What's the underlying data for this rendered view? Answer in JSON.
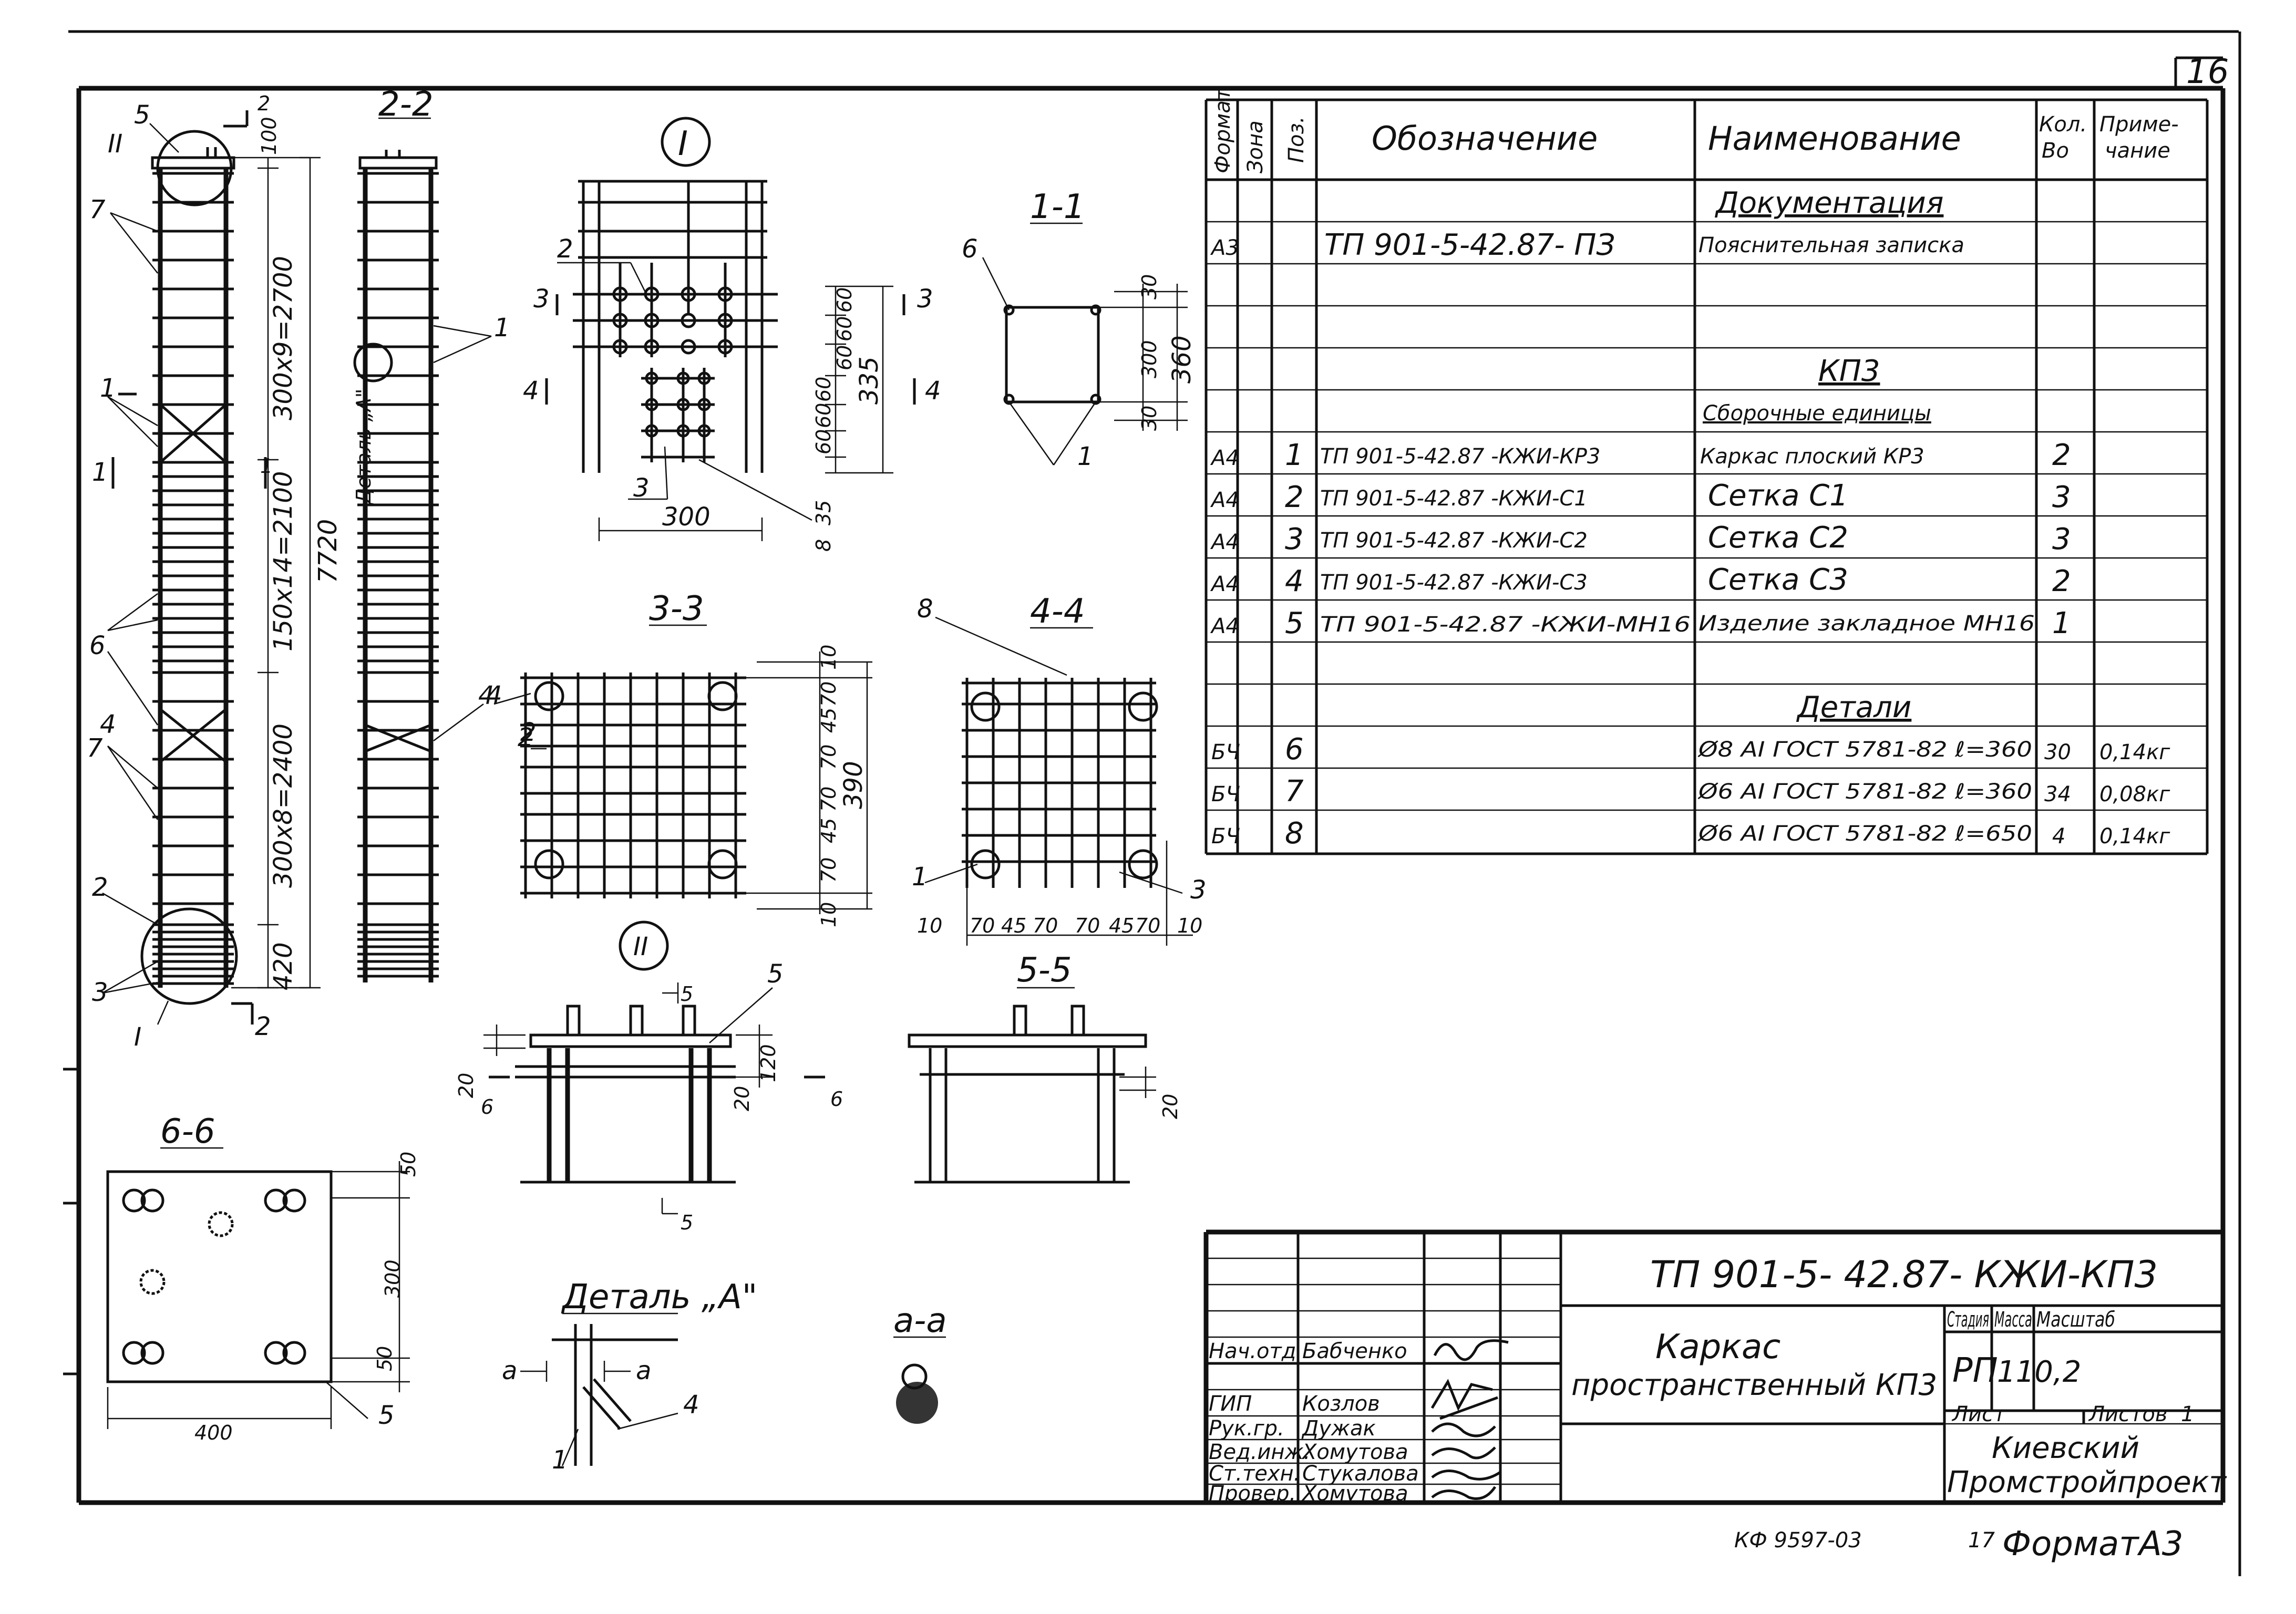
{
  "sheet": {
    "page_number": "16",
    "bottom_code": "КФ 9597-03",
    "bottom_num": "17",
    "format_label": "Формат",
    "format_value": "А3"
  },
  "spec_table": {
    "headers": {
      "format": "Формат",
      "zone": "Зона",
      "pos": "Поз.",
      "designation": "Обозначение",
      "name": "Наименование",
      "qty_line1": "Кол.",
      "qty_line2": "Во",
      "note_line1": "Приме-",
      "note_line2": "чание"
    },
    "rows": [
      {
        "format": "",
        "pos": "",
        "designation": "",
        "name": "Документация",
        "qty": "",
        "note": ""
      },
      {
        "format": "А3",
        "pos": "",
        "designation": "ТП 901-5-42.87- ПЗ",
        "name": "Пояснительная записка",
        "qty": "",
        "note": ""
      },
      {
        "format": "",
        "pos": "",
        "designation": "",
        "name": "",
        "qty": "",
        "note": ""
      },
      {
        "format": "",
        "pos": "",
        "designation": "",
        "name": "",
        "qty": "",
        "note": ""
      },
      {
        "format": "",
        "pos": "",
        "designation": "",
        "name": "КП3",
        "qty": "",
        "note": ""
      },
      {
        "format": "",
        "pos": "",
        "designation": "",
        "name": "Сборочные единицы",
        "qty": "",
        "note": ""
      },
      {
        "format": "А4",
        "pos": "1",
        "designation": "ТП 901-5-42.87 -КЖИ-КР3",
        "name": "Каркас плоский КР3",
        "qty": "2",
        "note": ""
      },
      {
        "format": "А4",
        "pos": "2",
        "designation": "ТП 901-5-42.87 -КЖИ-С1",
        "name": "Сетка С1",
        "qty": "3",
        "note": ""
      },
      {
        "format": "А4",
        "pos": "3",
        "designation": "ТП 901-5-42.87 -КЖИ-С2",
        "name": "Сетка С2",
        "qty": "3",
        "note": ""
      },
      {
        "format": "А4",
        "pos": "4",
        "designation": "ТП 901-5-42.87 -КЖИ-С3",
        "name": "Сетка С3",
        "qty": "2",
        "note": ""
      },
      {
        "format": "А4",
        "pos": "5",
        "designation": "ТП 901-5-42.87 -КЖИ-МН16",
        "name": "Изделие закладное МН16",
        "qty": "1",
        "note": ""
      },
      {
        "format": "",
        "pos": "",
        "designation": "",
        "name": "",
        "qty": "",
        "note": ""
      },
      {
        "format": "",
        "pos": "",
        "designation": "",
        "name": "Детали",
        "qty": "",
        "note": ""
      },
      {
        "format": "БЧ",
        "pos": "6",
        "designation": "",
        "name": "Ø8 АI ГОСТ 5781-82 ℓ=360",
        "qty": "30",
        "note": "0,14кг"
      },
      {
        "format": "БЧ",
        "pos": "7",
        "designation": "",
        "name": "Ø6 АI ГОСТ 5781-82 ℓ=360",
        "qty": "34",
        "note": "0,08кг"
      },
      {
        "format": "БЧ",
        "pos": "8",
        "designation": "",
        "name": "Ø6 АI ГОСТ 5781-82 ℓ=650",
        "qty": "4",
        "note": "0,14кг"
      }
    ]
  },
  "title_block": {
    "doc_code": "ТП 901-5- 42.87- КЖИ-КП3",
    "title_line1": "Каркас",
    "title_line2": "пространственный КП3",
    "stage_label": "Стадия",
    "mass_label": "Масса",
    "scale_label": "Масштаб",
    "stage": "РП",
    "mass": "110,2",
    "sheet_label": "Лист",
    "sheets_label": "Листов",
    "sheets_value": "1",
    "org_line1": "Киевский",
    "org_line2": "Промстройпроект",
    "signatures": [
      {
        "role": "Нач.отд",
        "name": "Бабченко"
      },
      {
        "role": "ГИП",
        "name": "Козлов"
      },
      {
        "role": "Рук.гр.",
        "name": "Дужак"
      },
      {
        "role": "Вед.инж.",
        "name": "Хомутова"
      },
      {
        "role": "Ст.техн.",
        "name": "Стукалова"
      },
      {
        "role": "Провер.",
        "name": "Хомутова"
      }
    ]
  },
  "elevation": {
    "roman_top": "II",
    "roman_bottom": "I",
    "dims": {
      "top": "100",
      "seg1": "300х9=2700",
      "seg2": "150х14=2100",
      "seg3": "300х8=2400",
      "seg4": "420",
      "total": "7720"
    },
    "pos_labels": {
      "p5": "5",
      "p7a": "7",
      "p1": "1",
      "p6": "6",
      "p4": "4",
      "p7b": "7",
      "p2": "2",
      "p3": "3"
    },
    "cut_marks": {
      "c2top": "2",
      "c1": "1",
      "c1b": "1",
      "c2bottom": "2"
    }
  },
  "section_2_2": {
    "title": "2-2",
    "detail_label": "Деталь „А\"",
    "pos1": "1",
    "pos4": "4",
    "pos2": "2"
  },
  "detail_I": {
    "roman": "I",
    "dims": {
      "d60a": "60",
      "d60b": "60",
      "d60c": "60",
      "d60d": "60",
      "d60e": "60",
      "d60f": "60",
      "d335": "335",
      "d35": "35",
      "d300": "300"
    },
    "pos2": "2",
    "pos3": "3",
    "pos8": "8",
    "cut3": "3",
    "cut4": "4",
    "cut3r": "3",
    "cut4r": "4"
  },
  "section_1_1": {
    "title": "1-1",
    "pos6": "6",
    "pos1": "1",
    "dims": {
      "d30a": "30",
      "d300": "300",
      "d30b": "30",
      "d360": "360"
    }
  },
  "section_3_3": {
    "title": "3-3",
    "pos4": "4",
    "pos2": "2",
    "dims": {
      "d10a": "10",
      "d70a": "70",
      "d45a": "45",
      "d70b": "70",
      "d70c": "70",
      "d45b": "45",
      "d70d": "70",
      "d10b": "10",
      "d390": "390"
    }
  },
  "section_4_4": {
    "title": "4-4",
    "pos8": "8",
    "pos1": "1",
    "pos3": "3",
    "dims": [
      "10",
      "70",
      "45",
      "70",
      "70",
      "45",
      "70",
      "10"
    ]
  },
  "detail_II": {
    "roman": "II",
    "pos5": "5",
    "cut5top": "5",
    "cut5bottom": "5",
    "cut6": "6",
    "cut6r": "6",
    "dims": {
      "d20a": "20",
      "d120": "120",
      "d20b": "20"
    }
  },
  "section_5_5": {
    "title": "5-5",
    "dims": {
      "d20": "20"
    }
  },
  "section_6_6": {
    "title": "6-6",
    "pos5": "5",
    "dims": {
      "d50a": "50",
      "d300": "300",
      "d50b": "50",
      "d400": "400"
    }
  },
  "detail_A": {
    "title": "Деталь „А\"",
    "cut_a1": "а",
    "cut_a2": "а",
    "pos1": "1",
    "pos4": "4"
  },
  "section_a_a": {
    "title": "а-а"
  }
}
